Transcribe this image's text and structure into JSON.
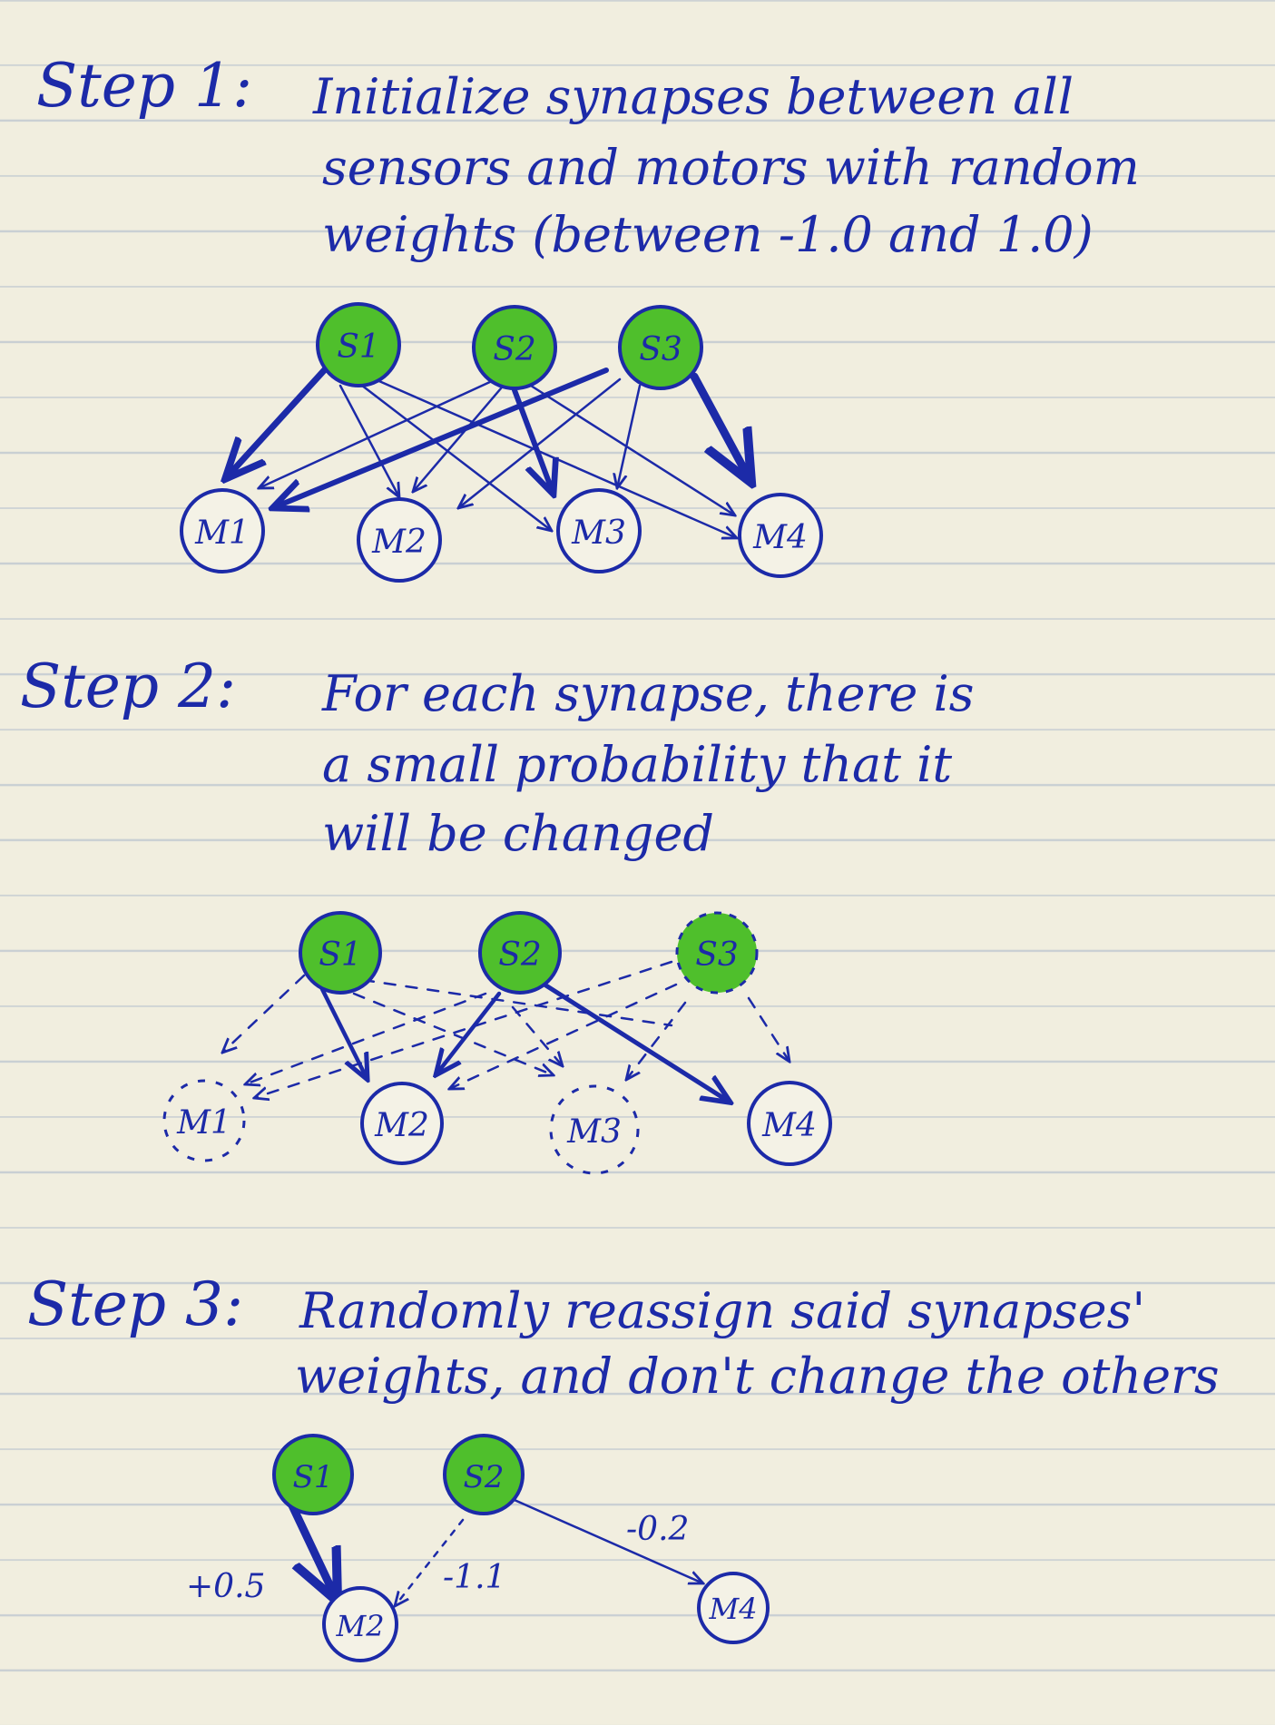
{
  "colors": {
    "ink": "#1c2aa8",
    "sensor_fill": "#4fbf2c",
    "paper": "#f1eedf",
    "rule": "#c9cfd3"
  },
  "steps": [
    {
      "label": "Step 1:",
      "lines": [
        "Initialize synapses between all",
        "sensors and motors with random",
        "weights (between -1.0 and 1.0)"
      ]
    },
    {
      "label": "Step 2:",
      "lines": [
        "For each synapse, there is",
        "a small probability that it",
        "will be changed"
      ]
    },
    {
      "label": "Step 3:",
      "lines": [
        "Randomly reassign said synapses'",
        "weights, and don't change the others"
      ]
    }
  ],
  "nodes": {
    "s1": "S1",
    "s2": "S2",
    "s3": "S3",
    "m1": "M1",
    "m2": "M2",
    "m3": "M3",
    "m4": "M4"
  },
  "weights": {
    "s1_m2": "+0.5",
    "s2_m2": "-1.1",
    "s2_m4": "-0.2"
  }
}
